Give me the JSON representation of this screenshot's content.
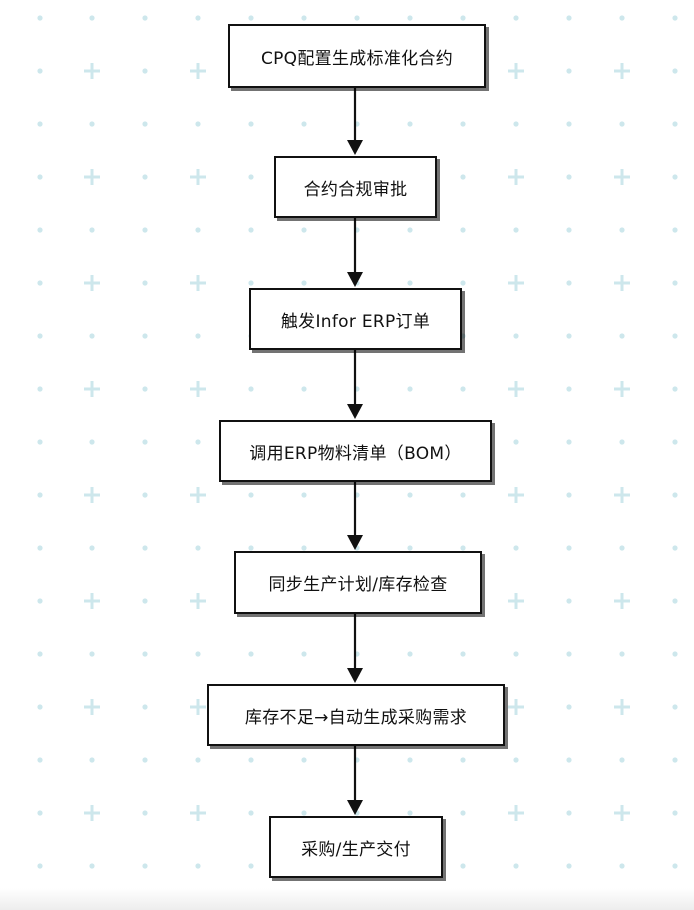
{
  "diagram": {
    "type": "flowchart",
    "direction": "top-to-bottom",
    "colors": {
      "node_border": "#111111",
      "node_fill": "#ffffff",
      "arrow": "#111111",
      "background_dot": "#cde7ec",
      "background_plus": "#cde7ec"
    },
    "nodes": [
      {
        "id": "n1",
        "label": "CPQ配置生成标准化合约"
      },
      {
        "id": "n2",
        "label": "合约合规审批"
      },
      {
        "id": "n3",
        "label": "触发Infor ERP订单"
      },
      {
        "id": "n4",
        "label": "调用ERP物料清单（BOM）"
      },
      {
        "id": "n5",
        "label": "同步生产计划/库存检查"
      },
      {
        "id": "n6",
        "label": "库存不足→自动生成采购需求"
      },
      {
        "id": "n7",
        "label": "采购/生产交付"
      }
    ],
    "edges": [
      {
        "from": "n1",
        "to": "n2"
      },
      {
        "from": "n2",
        "to": "n3"
      },
      {
        "from": "n3",
        "to": "n4"
      },
      {
        "from": "n4",
        "to": "n5"
      },
      {
        "from": "n5",
        "to": "n6"
      },
      {
        "from": "n6",
        "to": "n7"
      }
    ]
  }
}
